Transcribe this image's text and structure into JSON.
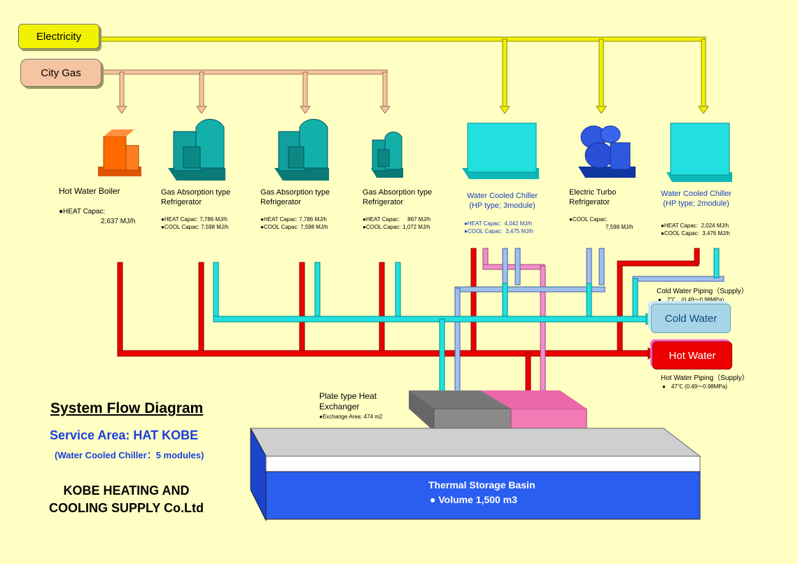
{
  "sources": {
    "electricity": "Electricity",
    "city_gas": "City Gas"
  },
  "equipment": [
    {
      "name_lines": [
        "Hot Water Boiler"
      ],
      "specs": [
        {
          "label": "●HEAT Capac:",
          "value": ""
        },
        {
          "label": "",
          "value": "2,637 MJ/h"
        }
      ]
    },
    {
      "name_lines": [
        "Gas Absorption type",
        "Refrigerator"
      ],
      "specs": [
        {
          "label": "●HEAT Capac:",
          "value": "7,786 MJ/h"
        },
        {
          "label": "●COOL Capac:",
          "value": "7,598 MJ/h"
        }
      ]
    },
    {
      "name_lines": [
        "Gas Absorption type",
        "Refrigerator"
      ],
      "specs": [
        {
          "label": "●HEAT Capac:",
          "value": "7,786 MJ/h"
        },
        {
          "label": "●COOL Capac:",
          "value": "7,598 MJ/h"
        }
      ]
    },
    {
      "name_lines": [
        "Gas Absorption type",
        "Refrigerator"
      ],
      "specs": [
        {
          "label": "●HEAT Capac:",
          "value": "867 MJ/h"
        },
        {
          "label": "●COOL Capac:",
          "value": "1,072 MJ/h"
        }
      ]
    },
    {
      "name_lines": [
        "Water Cooled Chiller",
        "(HP type; 3module)"
      ],
      "specs": [
        {
          "label": "●HEAT Capac:",
          "value": "4,042 MJ/h"
        },
        {
          "label": "●COOL Capac:",
          "value": "3,475 MJ/h"
        }
      ]
    },
    {
      "name_lines": [
        "Electric Turbo",
        "Refrigerator"
      ],
      "specs": [
        {
          "label": "●COOL Capac:",
          "value": ""
        },
        {
          "label": "",
          "value": "7,598 MJ/h"
        }
      ]
    },
    {
      "name_lines": [
        "Water Cooled Chiller",
        "(HP type; 2module)"
      ],
      "specs": [
        {
          "label": "●HEAT Capac:",
          "value": "2,024 MJ/h"
        },
        {
          "label": "●COOL Capac:",
          "value": "3,476 MJ/h"
        }
      ]
    }
  ],
  "outputs": {
    "cold_water": {
      "label": "Cold Water",
      "piping_title": "Cold Water Piping（Supply）",
      "piping_spec": "●　7℃　(0.49～0.98MPa)"
    },
    "hot_water": {
      "label": "Hot Water",
      "piping_title": "Hot Water Piping（Supply）",
      "piping_spec": "●　47℃ (0.49～0.98MPa)"
    }
  },
  "heat_exchanger": {
    "title_lines": [
      "Plate type Heat",
      "Exchanger"
    ],
    "spec": "●Exchange Area:  474 m2"
  },
  "basin": {
    "title": "Thermal Storage Basin",
    "volume": "●  Volume   1,500 m3"
  },
  "footer": {
    "title": "System Flow Diagram",
    "service_area": "Service Area:   HAT KOBE",
    "sub": "(Water Cooled Chiller：5 modules)",
    "company_line1": "KOBE HEATING AND",
    "company_line2": "COOLING SUPPLY Co.Ltd"
  },
  "colors": {
    "background": "#ffffc4",
    "electricity": "#f2f200",
    "city_gas": "#f5c4a0",
    "cold": "#22e0e0",
    "hot": "#ee0000",
    "return_cold": "#9fc0ee",
    "return_hot": "#f090c8",
    "basin": "#2a5ef0",
    "equipment_teal": "#11a09c",
    "boiler": "#ff6600",
    "blue_text": "#1a3fbf"
  }
}
